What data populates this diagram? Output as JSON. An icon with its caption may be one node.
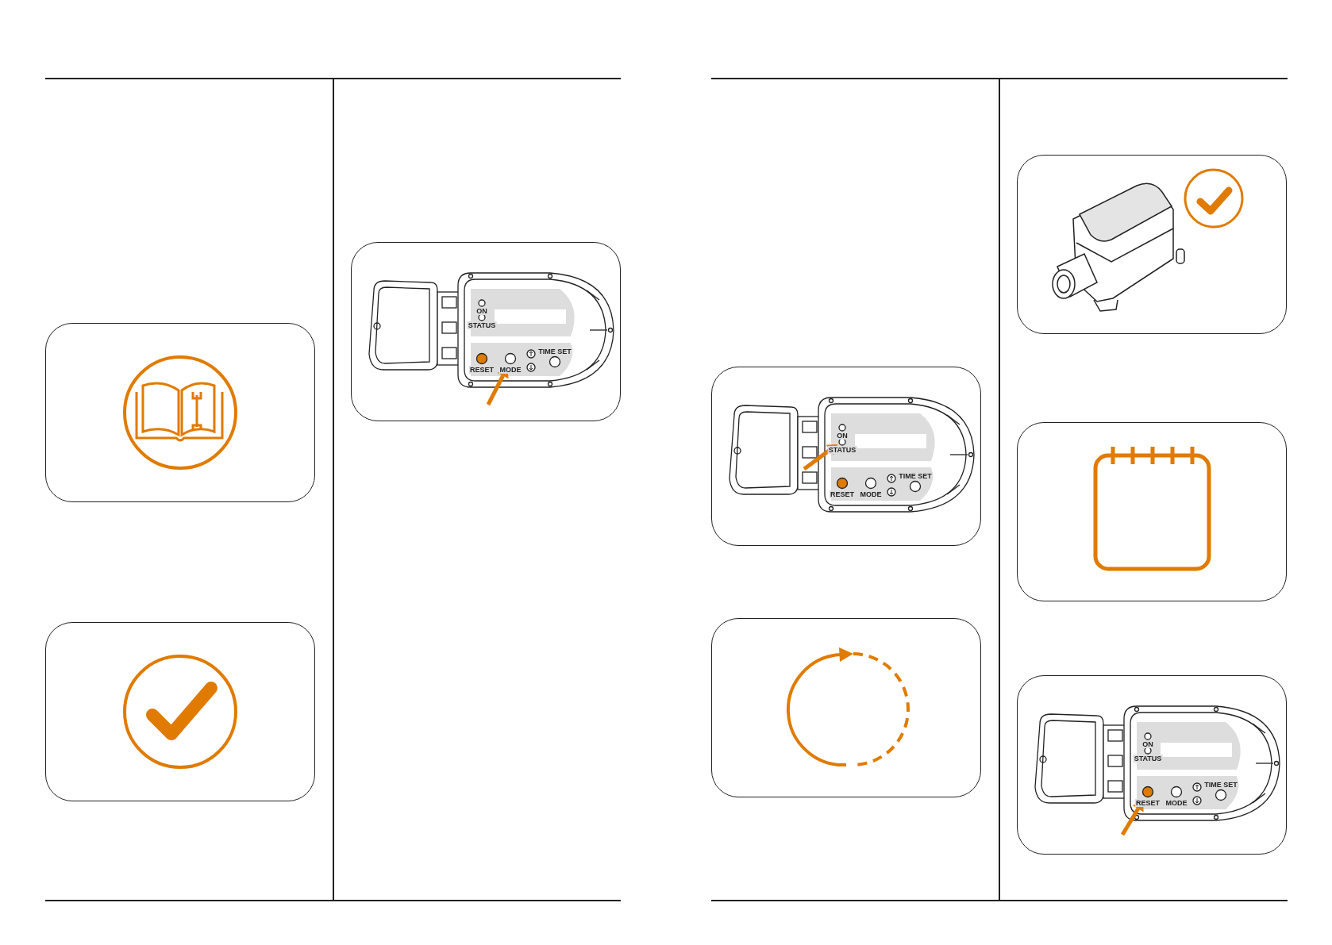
{
  "diagram": {
    "labels": [
      "ON",
      "STATUS",
      "RESET",
      "MODE",
      "TIME SET",
      "ON",
      "STATUS",
      "RESET",
      "MODE",
      "TIME SET",
      "ON",
      "STATUS",
      "RESET",
      "MODE",
      "TIME SET"
    ]
  }
}
